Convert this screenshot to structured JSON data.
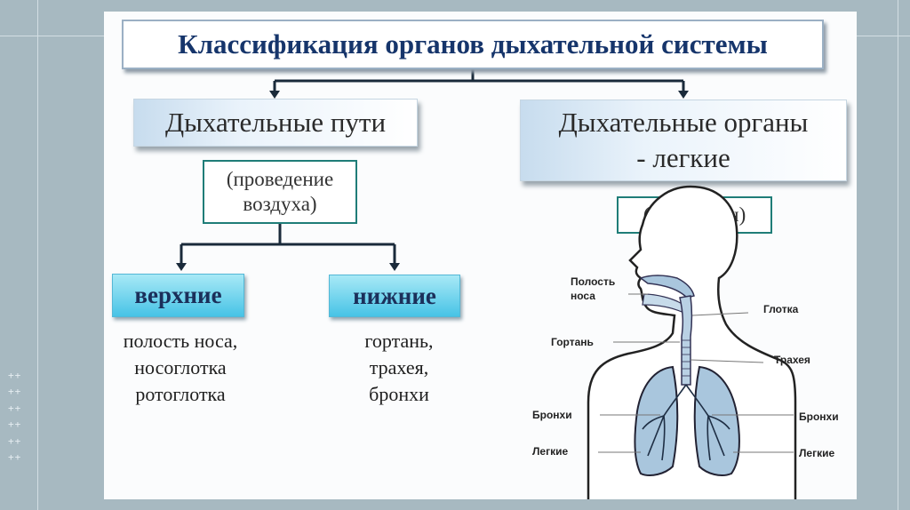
{
  "title": "Классификация органов дыхательной системы",
  "airways": {
    "label": "Дыхательные пути"
  },
  "organs": {
    "line1": "Дыхательные органы",
    "line2": "- легкие"
  },
  "conduction": {
    "line1": "(проведение",
    "line2": "воздуха)"
  },
  "gas_exchange": {
    "label": "(газообмен)"
  },
  "upper": {
    "label": "верхние",
    "items": [
      "полость носа,",
      "носоглотка",
      "ротоглотка"
    ]
  },
  "lower": {
    "label": "нижние",
    "items": [
      "гортань,",
      "трахея,",
      "бронхи"
    ]
  },
  "anatomy_labels": {
    "nasal_cavity_1": "Полость",
    "nasal_cavity_2": "носа",
    "pharynx": "Глотка",
    "larynx": "Гортань",
    "trachea": "Трахея",
    "bronchi_left": "Бронхи",
    "bronchi_right": "Бронхи",
    "lungs_left": "Легкие",
    "lungs_right": "Легкие"
  },
  "decor": {
    "plus_rows": [
      "++",
      "++",
      "++",
      "++",
      "++",
      "++"
    ]
  },
  "colors": {
    "title_text": "#16356b",
    "connector": "#1a2a3a",
    "green_border": "#1f7d78",
    "cyan_box": "#47c3e6",
    "lung_fill": "#a9c6dd"
  }
}
